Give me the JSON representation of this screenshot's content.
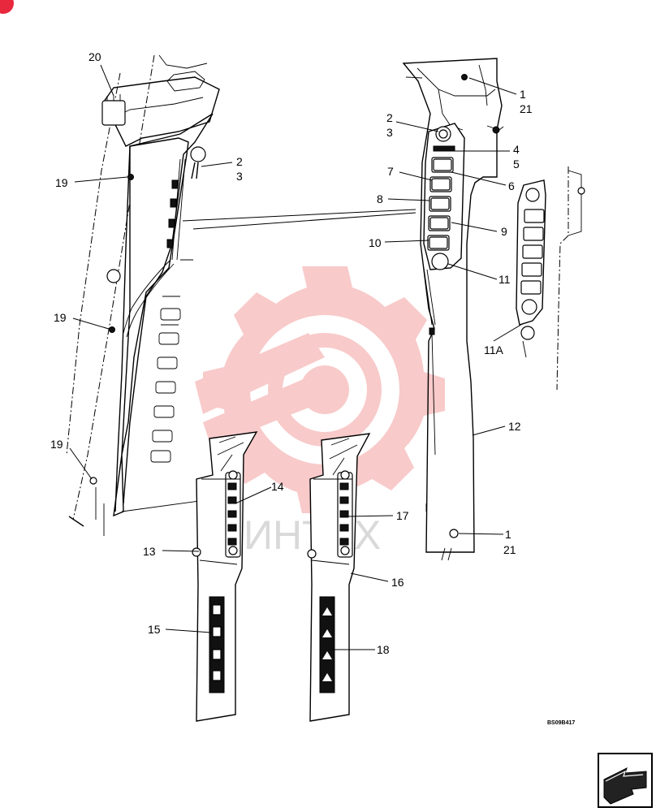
{
  "callouts": [
    {
      "id": "c20",
      "text": "20"
    },
    {
      "id": "c2a",
      "text": "2"
    },
    {
      "id": "c3a",
      "text": "3"
    },
    {
      "id": "c19a",
      "text": "19"
    },
    {
      "id": "c19b",
      "text": "19"
    },
    {
      "id": "c19c",
      "text": "19"
    },
    {
      "id": "c1a",
      "text": "1"
    },
    {
      "id": "c21a",
      "text": "21"
    },
    {
      "id": "c2b",
      "text": "2"
    },
    {
      "id": "c3b",
      "text": "3"
    },
    {
      "id": "c4",
      "text": "4"
    },
    {
      "id": "c5",
      "text": "5"
    },
    {
      "id": "c6",
      "text": "6"
    },
    {
      "id": "c7",
      "text": "7"
    },
    {
      "id": "c8",
      "text": "8"
    },
    {
      "id": "c9",
      "text": "9"
    },
    {
      "id": "c10",
      "text": "10"
    },
    {
      "id": "c11",
      "text": "11"
    },
    {
      "id": "c11A",
      "text": "11A"
    },
    {
      "id": "c12",
      "text": "12"
    },
    {
      "id": "c13",
      "text": "13"
    },
    {
      "id": "c14",
      "text": "14"
    },
    {
      "id": "c15",
      "text": "15"
    },
    {
      "id": "c16",
      "text": "16"
    },
    {
      "id": "c17",
      "text": "17"
    },
    {
      "id": "c18",
      "text": "18"
    },
    {
      "id": "c1b",
      "text": "1"
    },
    {
      "id": "c21b",
      "text": "21"
    }
  ],
  "drawing_code": "BS09B417",
  "watermark": {
    "text": "ИНТЕХ",
    "color": "#f4a0a0"
  },
  "colors": {
    "ink": "#000000",
    "paper": "#ffffff",
    "badge": "#e8283c"
  },
  "icons": {
    "corner_badge": "red-logo-icon",
    "nav_arrow": "next-page-arrow-icon"
  }
}
